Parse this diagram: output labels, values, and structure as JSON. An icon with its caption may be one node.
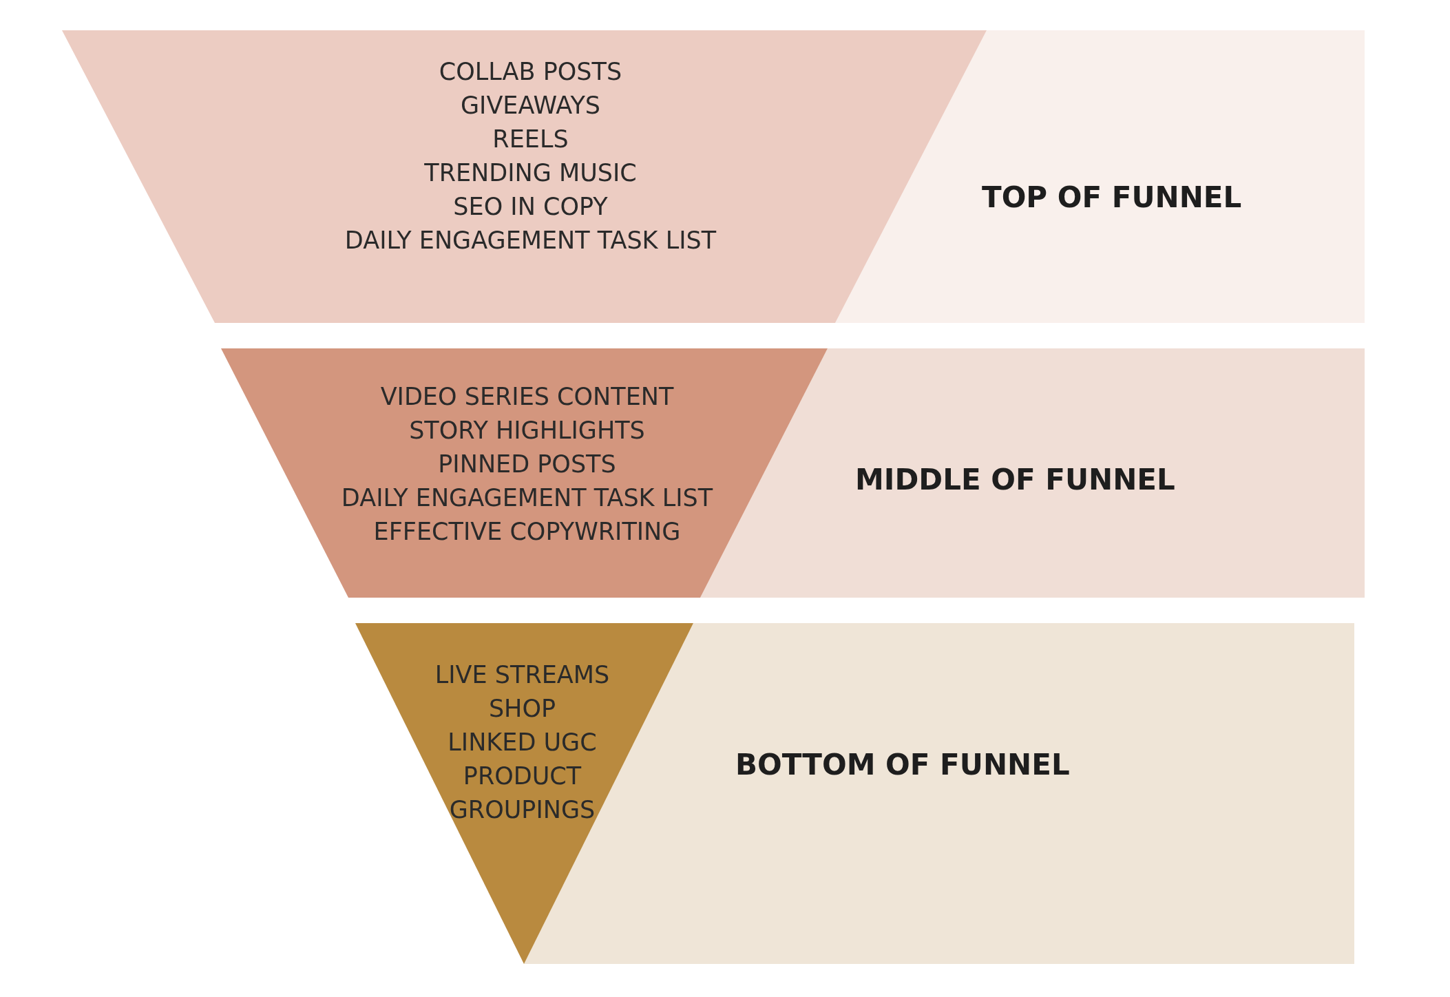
{
  "diagram": {
    "nodes": [
      {
        "text": [
          "TOP OF FUNNEL"
        ]
      },
      {
        "text": [
          "COLLAB POSTS",
          "GIVEAWAYS",
          "REELS",
          "TRENDING MUSIC",
          "SEO IN COPY",
          "DAILY ENGAGEMENT TASK LIST"
        ]
      },
      {
        "text": [
          "MIDDLE OF FUNNEL"
        ]
      },
      {
        "text": [
          "VIDEO SERIES CONTENT",
          "STORY HIGHLIGHTS",
          "PINNED POSTS",
          "DAILY ENGAGEMENT TASK LIST",
          "EFFECTIVE COPYWRITING"
        ]
      },
      {
        "text": [
          "BOTTOM OF FUNNEL"
        ]
      },
      {
        "text": [
          "LIVE STREAMS",
          "SHOP",
          "LINKED UGC",
          "PRODUCT GROUPINGS"
        ]
      }
    ]
  }
}
